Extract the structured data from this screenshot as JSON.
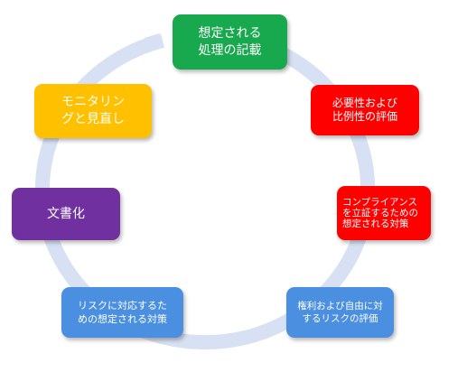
{
  "diagram": {
    "ring_color": "#d7e1f3",
    "nodes": [
      {
        "id": "n0",
        "label": "想定される\n処理の記載",
        "color": "#18a84e"
      },
      {
        "id": "n1",
        "label": "必要性および\n比例性の評価",
        "color": "#ff0000"
      },
      {
        "id": "n2",
        "label": "コンプライアンスを立証するための想定される対策",
        "color": "#ff0000"
      },
      {
        "id": "n3",
        "label": "権利および自由に対\nするリスクの評価",
        "color": "#4a8fe0"
      },
      {
        "id": "n4",
        "label": "リスクに対応するた\nめの想定される対策",
        "color": "#4a8fe0"
      },
      {
        "id": "n5",
        "label": "文書化",
        "color": "#7030a0"
      },
      {
        "id": "n6",
        "label": "モニタリン\nグと見直し",
        "color": "#ffc000"
      }
    ]
  }
}
